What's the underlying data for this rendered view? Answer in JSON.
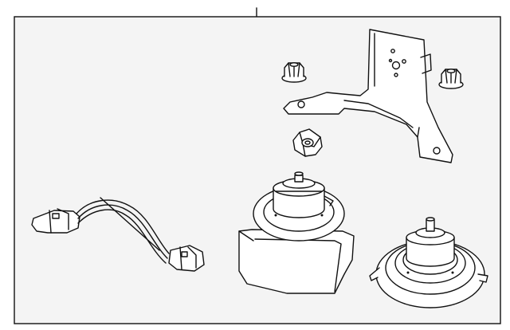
{
  "diagram": {
    "frame_color": "#f4f4f4",
    "line_color": "#111111",
    "parts": [
      {
        "id": "bracket",
        "icon": "horn-bracket-icon"
      },
      {
        "id": "nut-left",
        "icon": "flange-nut-icon"
      },
      {
        "id": "nut-right",
        "icon": "flange-nut-icon"
      },
      {
        "id": "nut-center",
        "icon": "flange-nut-icon"
      },
      {
        "id": "wire-harness",
        "icon": "wire-harness-icon"
      },
      {
        "id": "horn-high",
        "icon": "horn-icon"
      },
      {
        "id": "horn-low",
        "icon": "horn-icon"
      }
    ]
  }
}
